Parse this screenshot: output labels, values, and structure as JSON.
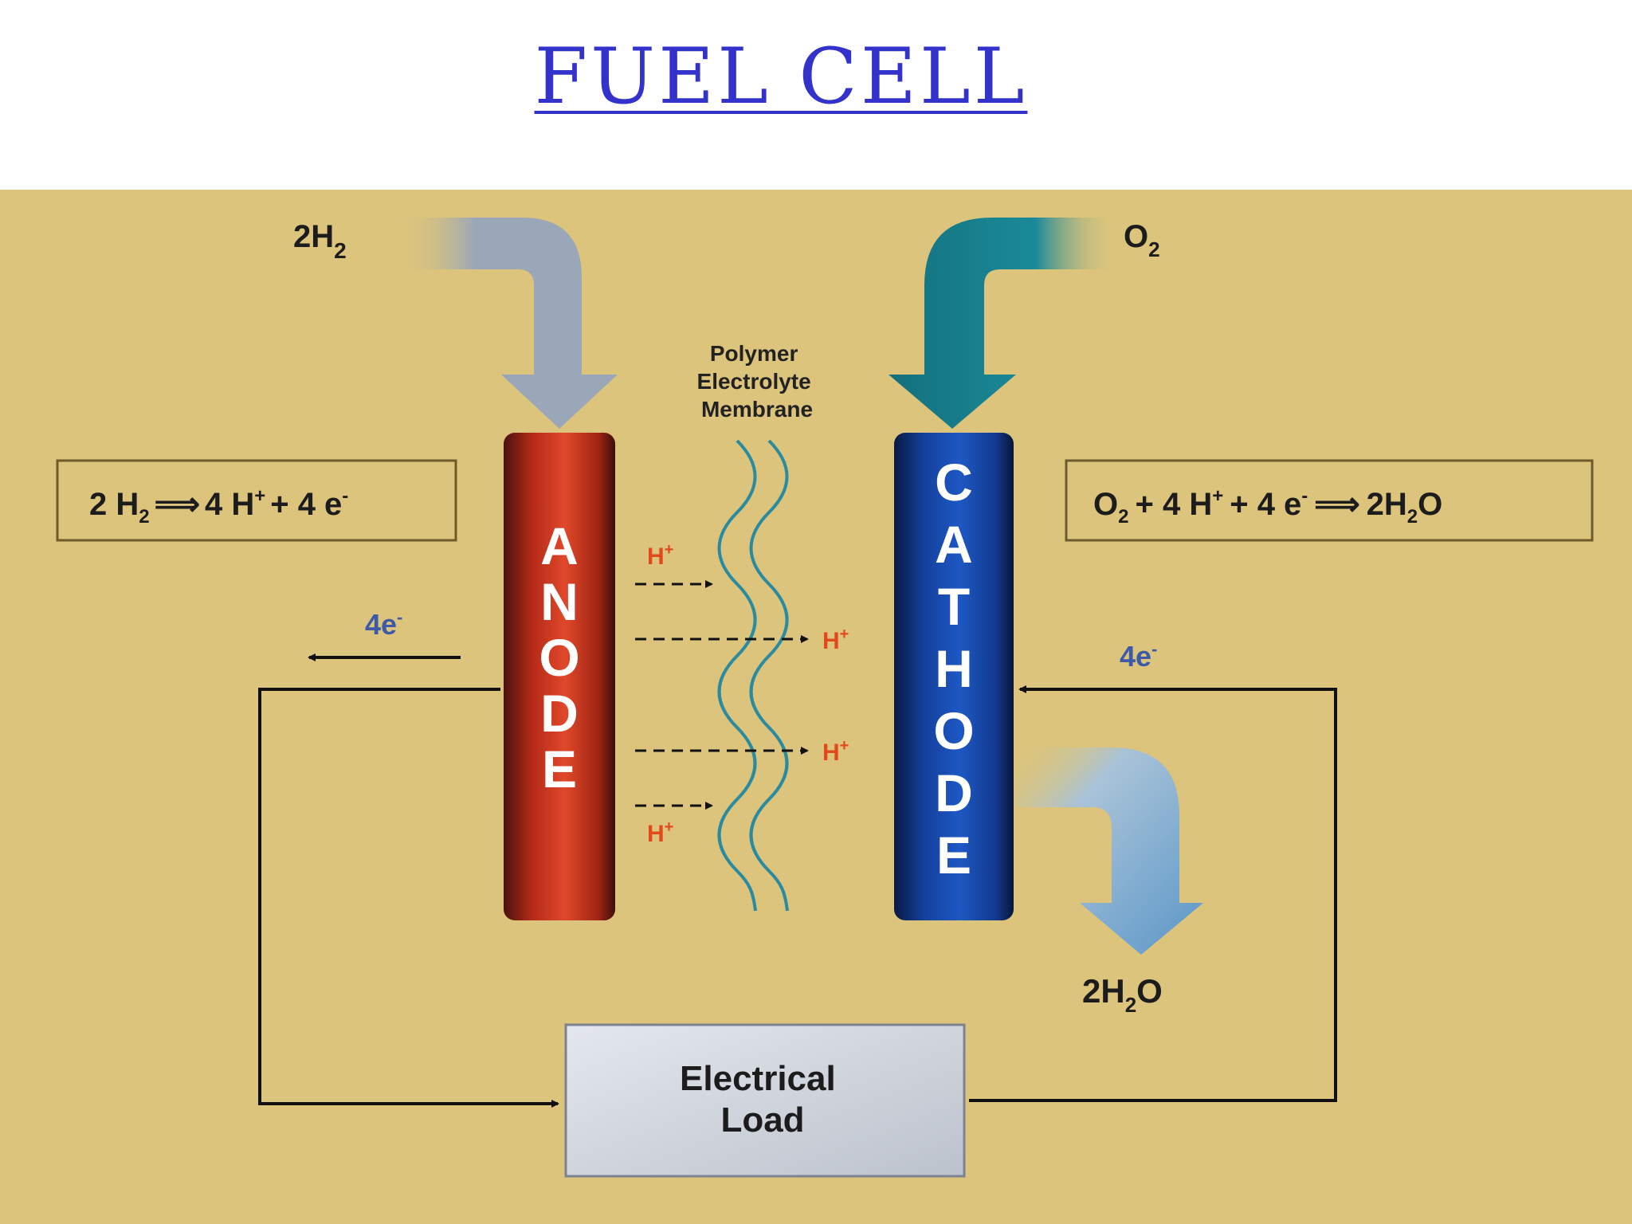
{
  "slide": {
    "title": "FUEL CELL"
  },
  "diagram": {
    "colors": {
      "background": "#dcc47c",
      "anode": "#c0301c",
      "cathode": "#143e9a",
      "hydrogen_arrow": "#9aa7b8",
      "oxygen_arrow": "#1a8a98",
      "water_arrow": "#7aaad0",
      "proton_label": "#e04a1a",
      "electron_label": "#3c5aa8",
      "load_box": "#cdd2dc"
    },
    "inputs": {
      "hydrogen": {
        "coef": "2H",
        "sub": "2"
      },
      "oxygen": {
        "base": "O",
        "sub": "2"
      }
    },
    "output": {
      "coef": "2H",
      "sub": "2",
      "tail": "O"
    },
    "anode_label": "ANODE",
    "cathode_label": "CATHODE",
    "membrane_lines": [
      "Polymer",
      "Electrolyte",
      "Membrane"
    ],
    "anode_reaction": {
      "a": "2 H",
      "a_sub": "2",
      "arrow": "⟹",
      "b": "4 H",
      "b_sup": "+",
      "c": "+ 4 e",
      "c_sup": "-"
    },
    "cathode_reaction": {
      "a": "O",
      "a_sub": "2",
      "b": "+ 4 H",
      "b_sup": "+",
      "c": "+ 4 e",
      "c_sup": "-",
      "arrow": "⟹",
      "d": "2H",
      "d_sub": "2",
      "d_tail": "O"
    },
    "electrons": {
      "left": {
        "base": "4e",
        "sup": "-"
      },
      "right": {
        "base": "4e",
        "sup": "-"
      }
    },
    "proton": {
      "base": "H",
      "sup": "+"
    },
    "load_lines": [
      "Electrical",
      "Load"
    ]
  }
}
